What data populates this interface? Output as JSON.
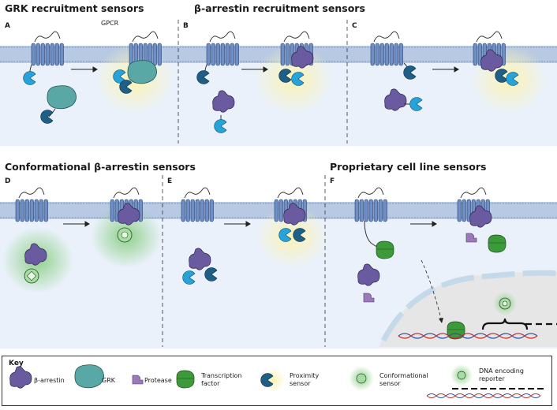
{
  "titles": {
    "grk": "GRK recruitment sensors",
    "barr": "β-arrestin recruitment sensors",
    "conf": "Conformational β-arrestin sensors",
    "prop": "Proprietary cell line sensors"
  },
  "panels": [
    "A",
    "B",
    "C",
    "D",
    "E",
    "F"
  ],
  "labels": {
    "gpcr": "GPCR"
  },
  "key": {
    "title": "Key",
    "items": [
      {
        "label": "β-arrestin"
      },
      {
        "label": "GRK"
      },
      {
        "label": "Protease"
      },
      {
        "label": "Transcription factor"
      },
      {
        "label": "Proximity sensor"
      },
      {
        "label": "Conformational sensor"
      },
      {
        "label": "DNA encoding reporter"
      }
    ]
  },
  "colors": {
    "receptor": "#6d8fc7",
    "membrane": "#a9bfdd",
    "cytoplasm": "#eaf1fa",
    "arrestin": "#6a5aa0",
    "grk": "#5aa8a6",
    "sensor_light": "#27a3d9",
    "sensor_dark": "#1f5e86",
    "tf": "#3d9a3a",
    "protease": "#9a7ab9",
    "yellow_glow": "#fbf3b5",
    "green_glow": "#9fd49a"
  }
}
